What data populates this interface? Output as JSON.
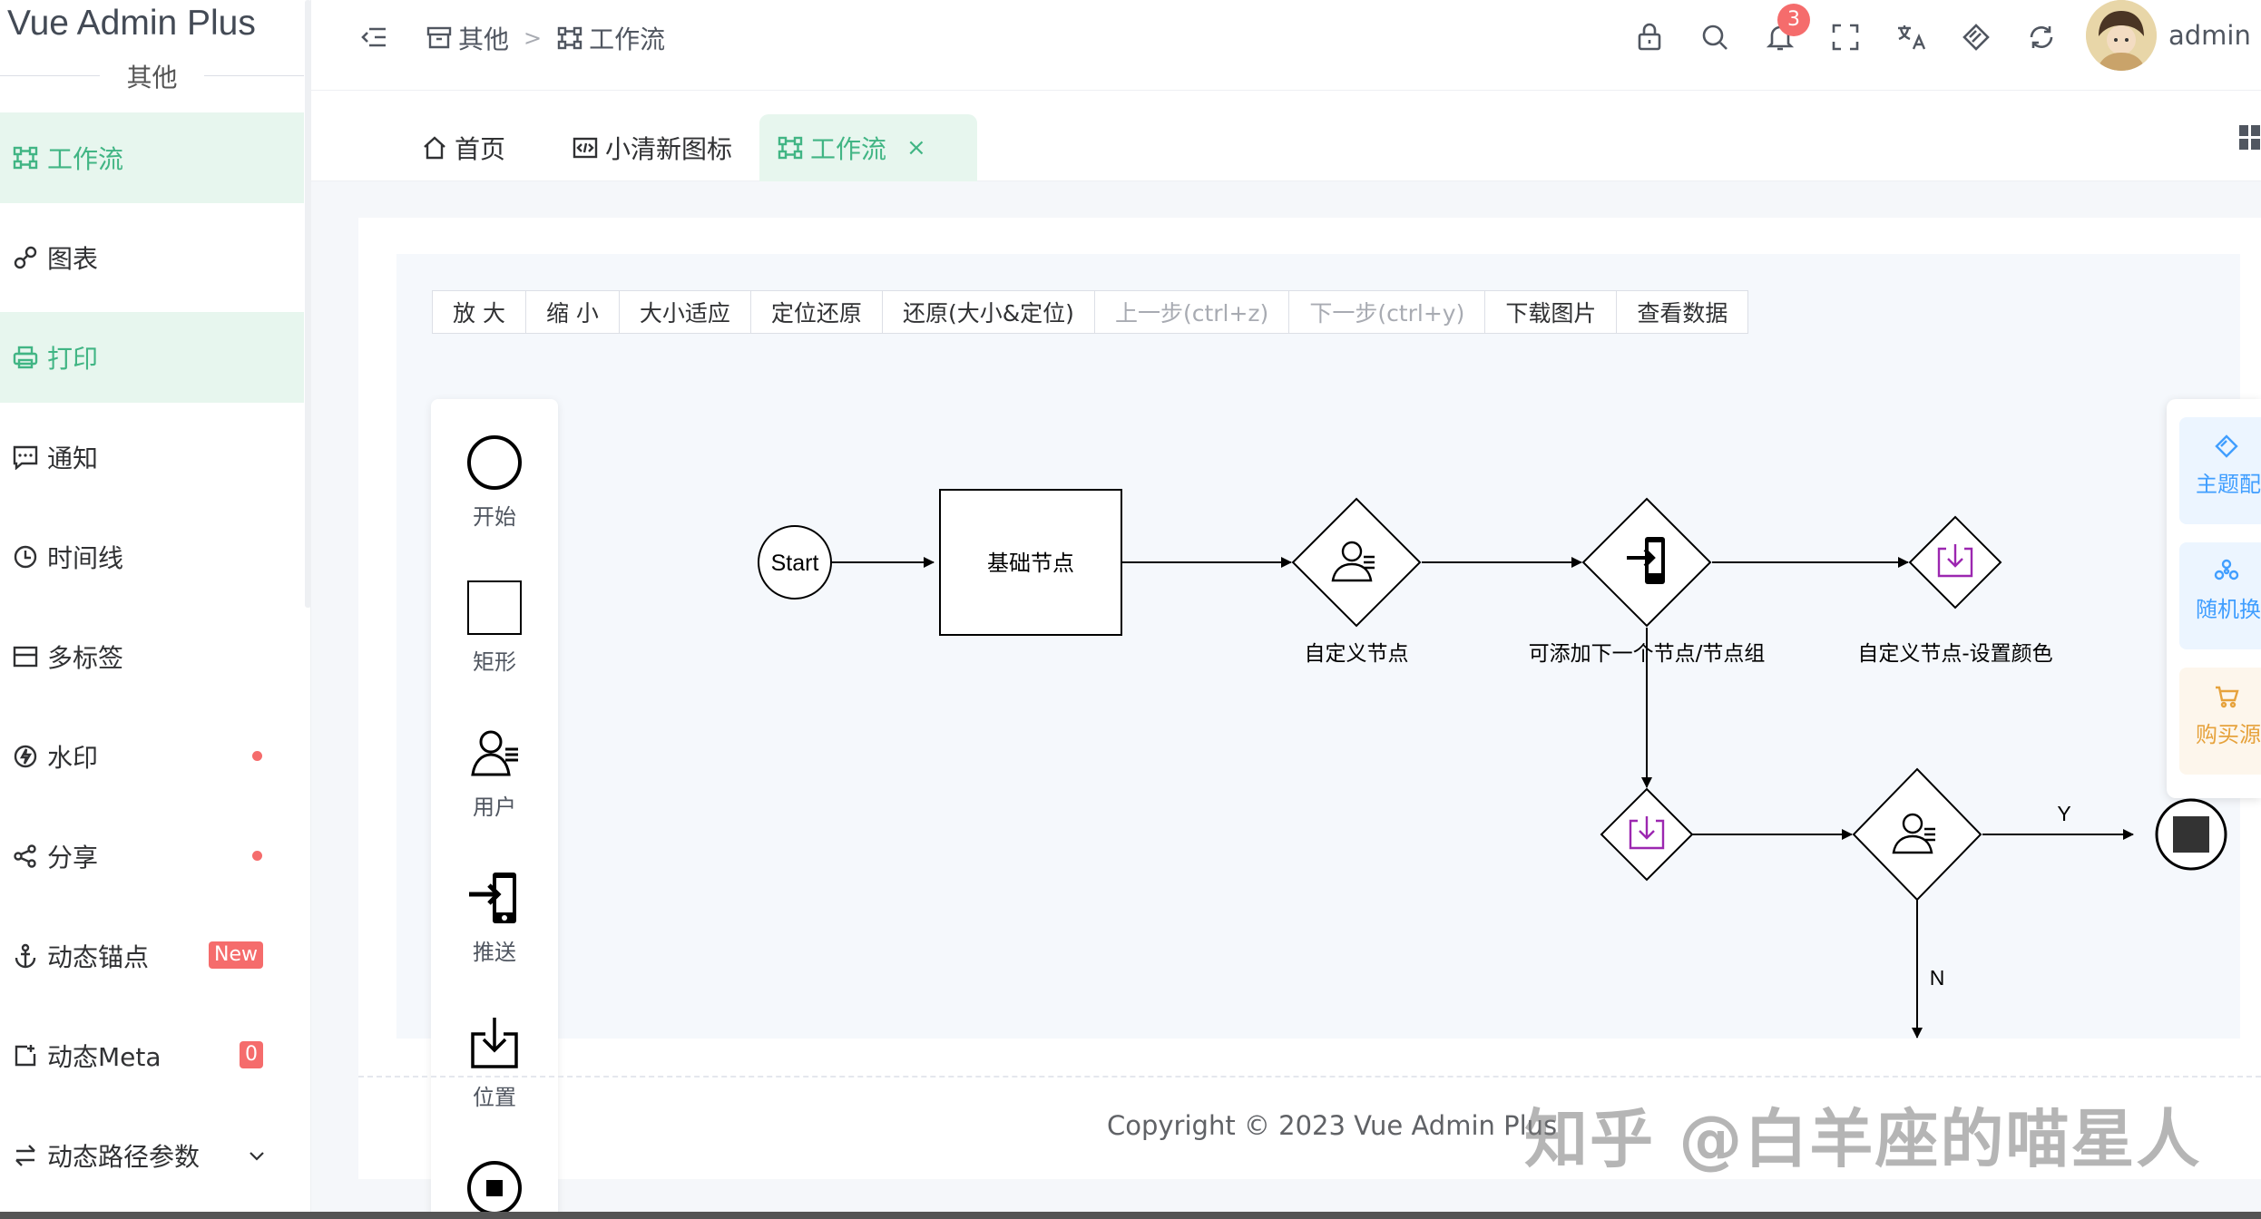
{
  "app": {
    "title": "Vue Admin Plus",
    "section": "其他"
  },
  "sidebar": {
    "items": [
      {
        "label": "工作流",
        "icon": "workflow-icon",
        "active": true
      },
      {
        "label": "图表",
        "icon": "chart-icon",
        "active": false
      },
      {
        "label": "打印",
        "icon": "printer-icon",
        "active": true
      },
      {
        "label": "通知",
        "icon": "message-icon",
        "active": false
      },
      {
        "label": "时间线",
        "icon": "clock-icon",
        "active": false
      },
      {
        "label": "多标签",
        "icon": "tabs-icon",
        "active": false
      },
      {
        "label": "水印",
        "icon": "drop-icon",
        "active": false,
        "dot": true
      },
      {
        "label": "分享",
        "icon": "share-icon",
        "active": false,
        "dot": true
      },
      {
        "label": "动态锚点",
        "icon": "anchor-icon",
        "active": false,
        "tag": "New"
      },
      {
        "label": "动态Meta",
        "icon": "meta-icon",
        "active": false,
        "tag": "0"
      },
      {
        "label": "动态路径参数",
        "icon": "swap-icon",
        "active": false,
        "expandable": true
      }
    ]
  },
  "header": {
    "breadcrumb": [
      "其他",
      ">",
      "工作流"
    ],
    "notification_count": "3",
    "username": "admin"
  },
  "tabs": [
    {
      "label": "首页",
      "icon": "home-icon",
      "active": false
    },
    {
      "label": "小清新图标",
      "icon": "code-icon",
      "active": false
    },
    {
      "label": "工作流",
      "icon": "workflow-icon",
      "active": true,
      "close": "×"
    }
  ],
  "toolbar": {
    "buttons": [
      {
        "label": "放 大",
        "disabled": false
      },
      {
        "label": "缩 小",
        "disabled": false
      },
      {
        "label": "大小适应",
        "disabled": false
      },
      {
        "label": "定位还原",
        "disabled": false
      },
      {
        "label": "还原(大小&定位)",
        "disabled": false
      },
      {
        "label": "上一步(ctrl+z)",
        "disabled": true
      },
      {
        "label": "下一步(ctrl+y)",
        "disabled": true
      },
      {
        "label": "下载图片",
        "disabled": false
      },
      {
        "label": "查看数据",
        "disabled": false
      }
    ]
  },
  "palette": {
    "items": [
      {
        "label": "开始",
        "icon": "circle-icon"
      },
      {
        "label": "矩形",
        "icon": "rectangle-icon"
      },
      {
        "label": "用户",
        "icon": "user-icon"
      },
      {
        "label": "推送",
        "icon": "push-icon"
      },
      {
        "label": "位置",
        "icon": "download-icon"
      },
      {
        "label": "",
        "icon": "stop-icon"
      }
    ]
  },
  "flow": {
    "start_label": "Start",
    "rect_label": "基础节点",
    "node1_label": "自定义节点",
    "node2_label": "可添加下一个节点/节点组",
    "node3_label": "自定义节点-设置颜色",
    "edge_yes": "Y",
    "edge_no": "N",
    "accent_purple": "#9c27b0"
  },
  "float_panel": {
    "items": [
      {
        "label": "主题配",
        "color": "#409eff",
        "bg": "#ecf5ff"
      },
      {
        "label": "随机换",
        "color": "#409eff",
        "bg": "#ecf5ff"
      },
      {
        "label": "购买源",
        "color": "#e6a23c",
        "bg": "#fdf6ec"
      }
    ]
  },
  "footer": {
    "copyright": "Copyright © 2023 Vue Admin Plus",
    "watermark": "知乎 @白羊座的喵星人"
  },
  "colors": {
    "primary": "#41b584",
    "primary_bg": "#e7f6ee",
    "danger": "#f56c6c"
  }
}
